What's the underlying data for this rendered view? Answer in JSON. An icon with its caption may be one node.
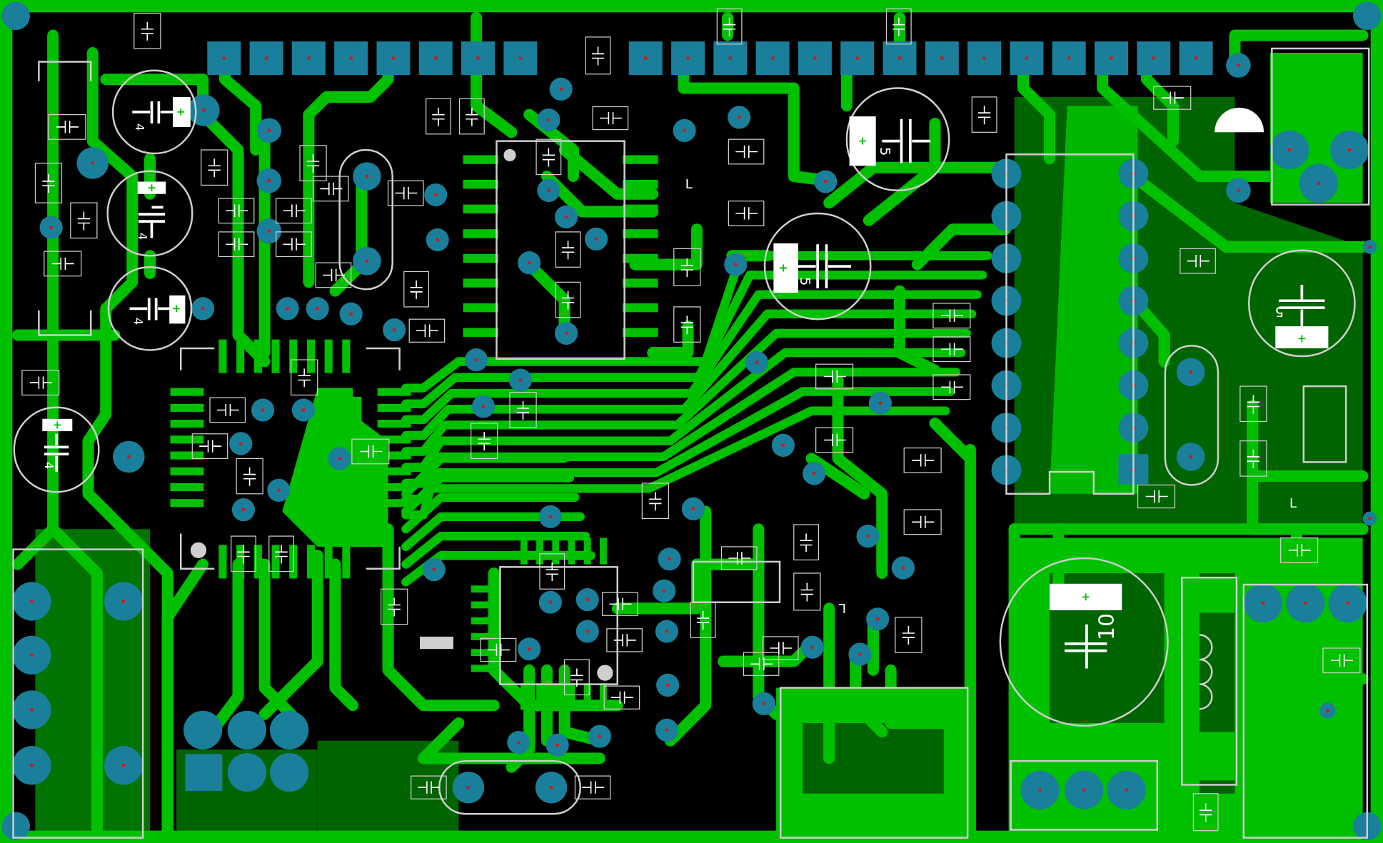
{
  "diagram": {
    "labels": [
      "4",
      "4",
      "4",
      "4",
      "5",
      "5",
      "5",
      "10",
      "L",
      "L",
      "L"
    ]
  }
}
